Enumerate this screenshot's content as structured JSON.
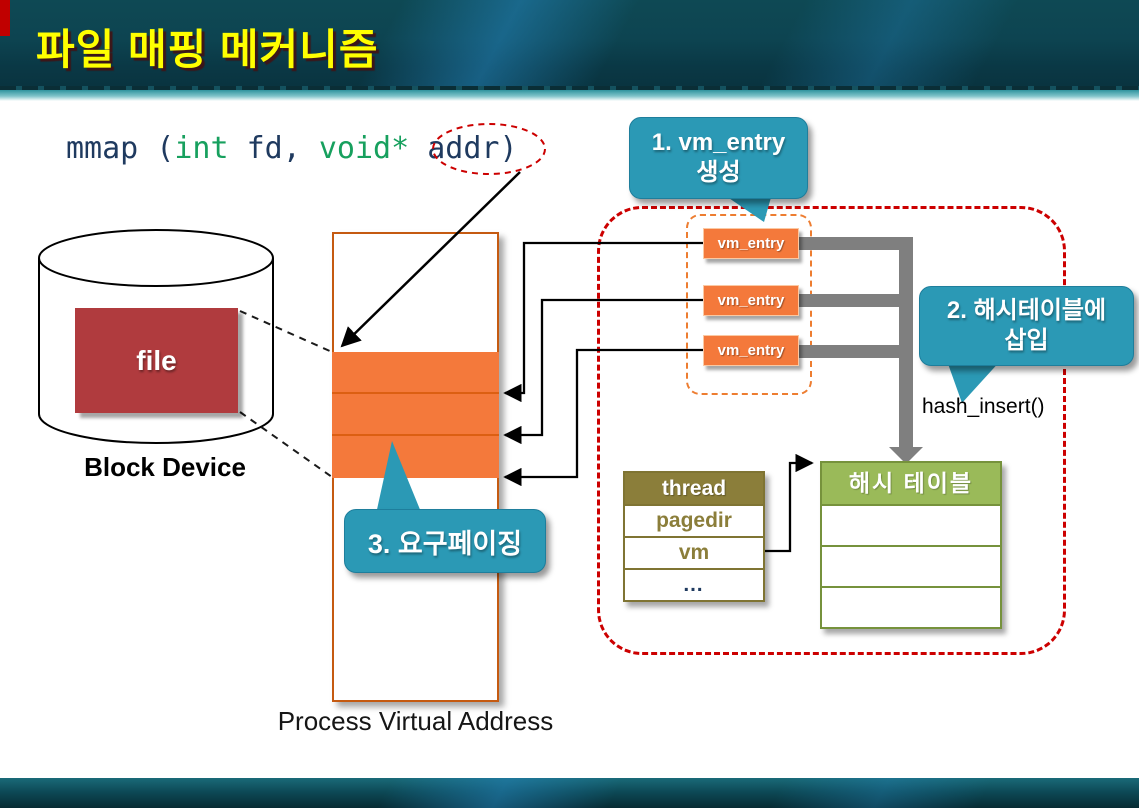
{
  "header": {
    "title": "파일 매핑 메커니즘"
  },
  "code": {
    "t1": "mmap (",
    "t2": "int",
    "t3": " fd, ",
    "t4": "void*",
    "t5": " addr",
    "t6": ")"
  },
  "callouts": {
    "c1": {
      "line1": "1. vm_entry",
      "line2": "생성"
    },
    "c2": {
      "line1": "2. 해시테이블에",
      "line2": "삽입"
    },
    "c3": {
      "label": "3. 요구페이징"
    }
  },
  "device": {
    "label": "Block Device",
    "file": "file"
  },
  "pva": {
    "label": "Process Virtual Address"
  },
  "vm": {
    "items": [
      "vm_entry",
      "vm_entry",
      "vm_entry"
    ]
  },
  "hash": {
    "insert": "hash_insert()",
    "header": "해시 테이블"
  },
  "thread": {
    "header": "thread",
    "rows": [
      "pagedir",
      "vm",
      "…"
    ]
  },
  "colors": {
    "title_yellow": "#FFFF00",
    "header_teal": "#0d4451",
    "accent_red": "#C00000",
    "bubble_teal": "#2B99B5",
    "orange": "#F4793B",
    "orange_dash": "#ED7D31",
    "red_dash": "#CC0000",
    "file_red": "#B03B3E",
    "olive": "#8B7E3A",
    "hash_green": "#9ABA59",
    "connector_gray": "#7F7F7F",
    "code_navy": "#1F3A5F",
    "code_green": "#17A05E"
  }
}
